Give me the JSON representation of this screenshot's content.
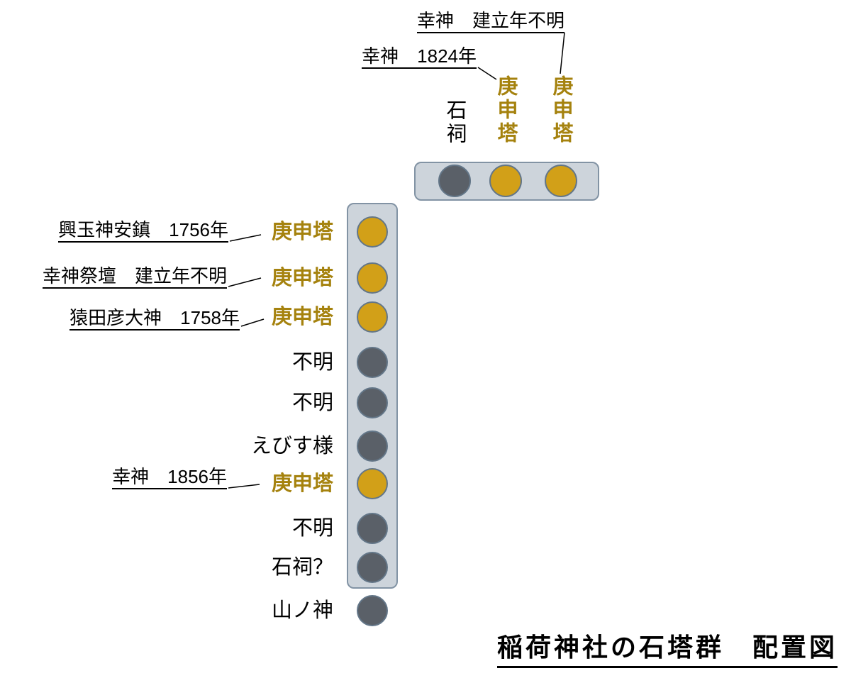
{
  "title": "稲荷神社の石塔群　配置図",
  "colors": {
    "container-fill": "#cdd4db",
    "container-border": "#8293a4",
    "circle-border": "#637688",
    "gold-fill": "#d2a018",
    "dark-fill": "#5a6068",
    "gold-text": "#a5820e"
  },
  "top_group": {
    "stones": [
      {
        "label": "石祠",
        "type": "dark"
      },
      {
        "label": "庚申塔",
        "type": "gold"
      },
      {
        "label": "庚申塔",
        "type": "gold"
      }
    ],
    "annotations": [
      {
        "text": "幸神　建立年不明"
      },
      {
        "text": "幸神　1824年"
      }
    ]
  },
  "main_column": {
    "rows": [
      {
        "label": "庚申塔",
        "type": "gold",
        "annotation": "興玉神安鎮　1756年"
      },
      {
        "label": "庚申塔",
        "type": "gold",
        "annotation": "幸神祭壇　建立年不明"
      },
      {
        "label": "庚申塔",
        "type": "gold",
        "annotation": "猿田彦大神　1758年"
      },
      {
        "label": "不明",
        "type": "dark"
      },
      {
        "label": "不明",
        "type": "dark"
      },
      {
        "label": "えびす様",
        "type": "dark"
      },
      {
        "label": "庚申塔",
        "type": "gold",
        "annotation": "幸神　1856年"
      },
      {
        "label": "不明",
        "type": "dark"
      },
      {
        "label": "石祠？",
        "type": "dark"
      },
      {
        "label": "山ノ神",
        "type": "dark",
        "outside": true
      }
    ]
  }
}
